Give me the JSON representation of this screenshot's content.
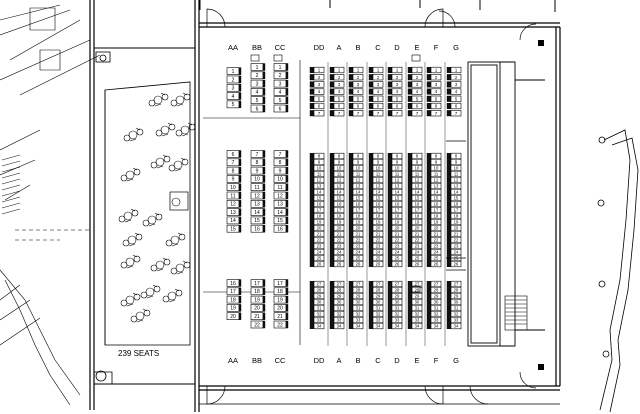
{
  "plan": {
    "seat_count_label": "239 SEATS",
    "left_section": {
      "columns": [
        "AA",
        "BB",
        "CC"
      ],
      "blocks": [
        [
          [
            "1",
            "2",
            "3",
            "4",
            "5"
          ],
          [
            "1",
            "2",
            "3",
            "4",
            "5",
            "6"
          ],
          [
            "1",
            "2",
            "3",
            "4",
            "5",
            "6"
          ]
        ],
        [
          [
            "6",
            "7",
            "8",
            "9",
            "10",
            "11",
            "12",
            "13",
            "14",
            "15"
          ],
          [
            "7",
            "8",
            "9",
            "10",
            "11",
            "12",
            "13",
            "14",
            "15",
            "16"
          ],
          [
            "7",
            "8",
            "9",
            "10",
            "11",
            "12",
            "13",
            "14",
            "15",
            "16"
          ]
        ],
        [
          [
            "16",
            "17",
            "18",
            "19",
            "20"
          ],
          [
            "17",
            "18",
            "19",
            "20",
            "21",
            "22"
          ],
          [
            "17",
            "18",
            "19",
            "20",
            "21",
            "22"
          ]
        ]
      ]
    },
    "right_section": {
      "columns": [
        "DD",
        "A",
        "B",
        "C",
        "D",
        "E",
        "F",
        "G"
      ],
      "row_numbers": [
        [
          "1",
          "2",
          "3",
          "4",
          "5",
          "6",
          "7"
        ],
        [
          "8",
          "9",
          "10",
          "11",
          "12",
          "13",
          "14",
          "15",
          "16",
          "17",
          "18",
          "19",
          "20",
          "21",
          "22",
          "23",
          "24",
          "25",
          "26"
        ],
        [
          "27",
          "28",
          "29",
          "30",
          "31",
          "32",
          "33",
          "34"
        ]
      ]
    }
  }
}
